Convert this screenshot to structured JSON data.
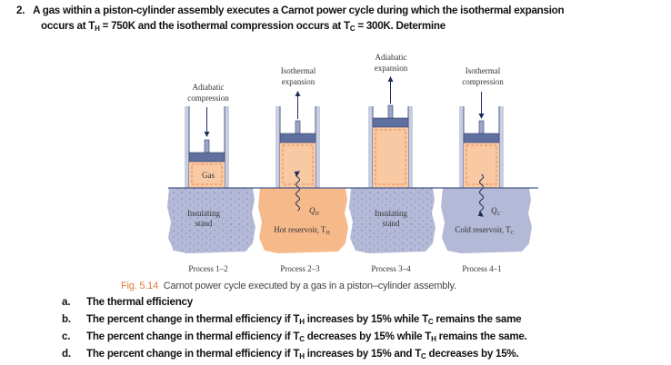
{
  "question": {
    "number": "2.",
    "line1": "A gas within a piston-cylinder assembly executes a Carnot power cycle during which the isothermal expansion",
    "line2_a": "occurs at T",
    "line2_sub_h": "H",
    "line2_b": " = 750K and the isothermal compression occurs at T",
    "line2_sub_c": "C",
    "line2_c": " = 300K. Determine"
  },
  "figure": {
    "panels": [
      {
        "process_label": "Adiabatic",
        "process_label2": "compression",
        "gas_label": "Gas",
        "stand_label": "Insulating",
        "stand_label2": "stand",
        "caption": "Process 1–2"
      },
      {
        "process_label": "Isothermal",
        "process_label2": "expansion",
        "heat_label": "Q",
        "heat_sub": "H",
        "stand_label": "Hot reservoir, T",
        "stand_sub": "H",
        "caption": "Process 2–3"
      },
      {
        "process_label": "Adiabatic",
        "process_label2": "expansion",
        "stand_label": "Insulating",
        "stand_label2": "stand",
        "caption": "Process 3–4"
      },
      {
        "process_label": "Isothermal",
        "process_label2": "compression",
        "heat_label": "Q",
        "heat_sub": "C",
        "stand_label": "Cold reservoir, T",
        "stand_sub": "C",
        "caption": "Process 4–1"
      }
    ],
    "caption_number": "Fig. 5.14",
    "caption_text": "Carnot power cycle executed by a gas in a piston–cylinder assembly.",
    "colors": {
      "gas": "#f9c9a4",
      "hot": "#f6b98a",
      "insulating": "#b3b9d6",
      "piston": "#5f6f9e",
      "accent": "#e07a3a"
    }
  },
  "items": [
    {
      "label": "a.",
      "parts": [
        "The thermal efficiency"
      ]
    },
    {
      "label": "b.",
      "parts": [
        "The percent change in thermal efficiency if T",
        "H",
        " increases by 15% while T",
        "C",
        " remains the same"
      ]
    },
    {
      "label": "c.",
      "parts": [
        "The percent change in thermal efficiency if T",
        "C",
        " decreases by 15% while T",
        "H",
        " remains the same."
      ]
    },
    {
      "label": "d.",
      "parts": [
        "The percent change in thermal efficiency if T",
        "H",
        " increases by 15% and T",
        "C",
        " decreases by 15%."
      ]
    }
  ]
}
